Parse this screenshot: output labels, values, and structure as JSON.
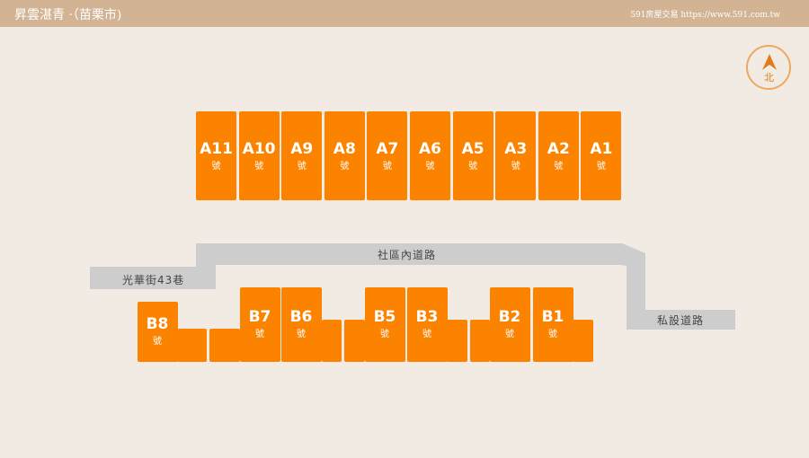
{
  "header": {
    "title": "昇雲湛青 ·（苗栗市)",
    "site": "591房屋交易 https://www.591.com.tw"
  },
  "compass": {
    "label": "北",
    "icon": "north-arrow-icon"
  },
  "colors": {
    "unit": "#fb8300",
    "road": "#cdcdcd",
    "header": "#d2b394"
  },
  "roads": {
    "internal": "社區內道路",
    "street": "光華街43巷",
    "private": "私設道路"
  },
  "suffix": "號",
  "row_a": [
    "A11",
    "A10",
    "A9",
    "A8",
    "A7",
    "A6",
    "A5",
    "A3",
    "A2",
    "A1"
  ],
  "row_b": [
    "B8",
    "B7",
    "B6",
    "B5",
    "B3",
    "B2",
    "B1"
  ],
  "watermark": "591房屋交易"
}
